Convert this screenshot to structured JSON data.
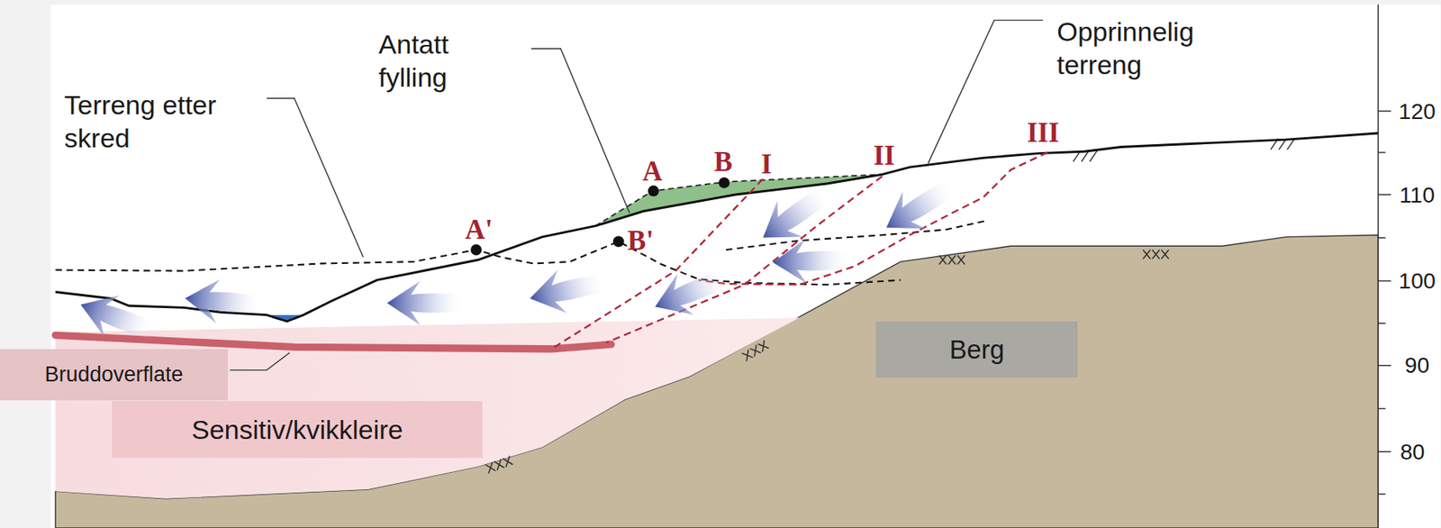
{
  "diagram": {
    "nodes": [
      {
        "text": [
          "Berg"
        ]
      },
      {
        "text": [
          "Bruddoverflate"
        ]
      },
      {
        "text": [
          "Sensitiv/kvikkleire"
        ]
      }
    ],
    "labels": [
      "Terreng etter skred",
      "Antatt fylling",
      "Opprinnelig terreng",
      "A",
      "B",
      "I",
      "II",
      "III",
      "A'",
      "B'",
      "120",
      "110",
      "100",
      "90",
      "80"
    ]
  }
}
